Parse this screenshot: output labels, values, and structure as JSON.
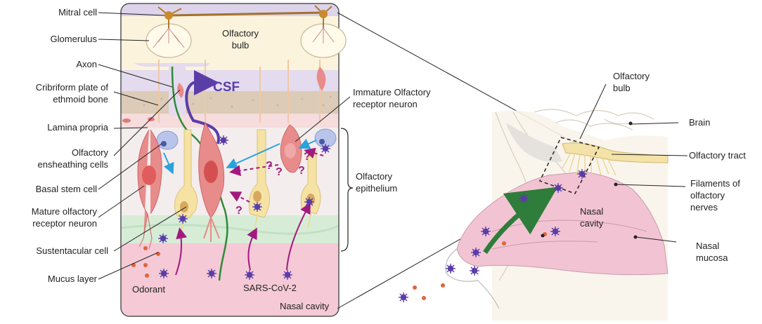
{
  "left_labels": {
    "mitral": "Mitral cell",
    "glomerulus": "Glomerulus",
    "axon": "Axon",
    "cribriform_1": "Cribriform plate of",
    "cribriform_2": "ethmoid bone",
    "lamina": "Lamina propria",
    "ensheathing_1": "Olfactory",
    "ensheathing_2": "ensheathing cells",
    "basal": "Basal stem cell",
    "mature_1": "Mature olfactory",
    "mature_2": "receptor neuron",
    "sustentacular": "Sustentacular cell",
    "mucus": "Mucus layer"
  },
  "panel_labels": {
    "bulb_1": "Olfactory",
    "bulb_2": "bulb",
    "csf": "CSF",
    "odorant": "Odorant",
    "sars": "SARS-CoV-2",
    "nasal_cavity": "Nasal cavity",
    "question": "?"
  },
  "middle_labels": {
    "immature_1": "Immature Olfactory",
    "immature_2": "receptor neuron",
    "epithelium_1": "Olfactory",
    "epithelium_2": "epithelium"
  },
  "right_labels": {
    "bulb_1": "Olfactory",
    "bulb_2": "bulb",
    "brain": "Brain",
    "tract": "Olfactory tract",
    "filaments_1": "Filaments of",
    "filaments_2": "olfactory",
    "filaments_3": "nerves",
    "cavity_1": "Nasal",
    "cavity_2": "cavity",
    "mucosa_1": "Nasal",
    "mucosa_2": "mucosa"
  },
  "colors": {
    "bulb": "#fbf3dc",
    "bulb_band": "#ddd3ea",
    "bone": "#dccbb6",
    "lamina": "#f6dcdc",
    "epithelium": "#f4eded",
    "mucus": "#d6ecd6",
    "cavity": "#f5c9d6",
    "neuron_pink": "#e88b8b",
    "neuron_yellow": "#f6e3a4",
    "virus": "#5b3da8",
    "cyan_arrow": "#2aa3dc",
    "magenta_arrow": "#a3197f",
    "green_axon": "#2e8b3a",
    "odorant_dot": "#e0643a"
  }
}
